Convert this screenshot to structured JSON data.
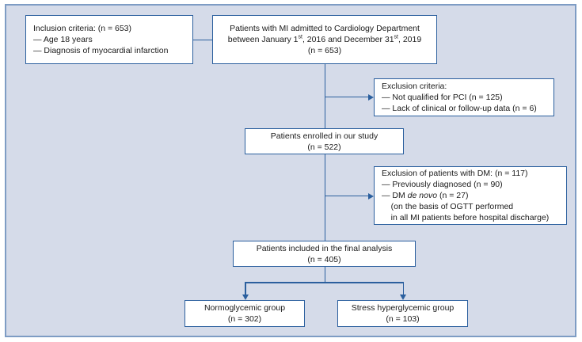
{
  "figure": {
    "type": "flowchart",
    "subject": "Patient enrollment flow diagram for myocardial infarction study",
    "panel_background": "#d5dbe9",
    "box_border_color": "#2b5f9e",
    "connector_color": "#2b5f9e",
    "box_fill": "#ffffff"
  },
  "nodes": {
    "inclusion_criteria": {
      "line1": "Inclusion criteria: (n = 653)",
      "line2": "— Age 18 years",
      "line3": "— Diagnosis of myocardial infarction"
    },
    "admitted_patients": {
      "line1": "Patients with MI admitted to Cardiology Department",
      "line2_pre": "between January 1",
      "line2_sup1": "st",
      "line2_mid": ", 2016 and December 31",
      "line2_sup2": "st",
      "line2_post": ", 2019",
      "line3": "(n = 653)"
    },
    "exclusion_criteria_1": {
      "line1": "Exclusion criteria:",
      "line2": "— Not qualified for PCI (n = 125)",
      "line3": "— Lack of clinical or follow-up data (n = 6)"
    },
    "enrolled": {
      "line1": "Patients enrolled in our study",
      "line2": "(n = 522)"
    },
    "exclusion_dm": {
      "line1": "Exclusion of patients with DM: (n = 117)",
      "line2": "— Previously diagnosed (n = 90)",
      "line3_pre": "— DM ",
      "line3_italic": "de novo",
      "line3_post": " (n = 27)",
      "line4": "    (on the basis of OGTT performed",
      "line5": "    in all MI patients before hospital discharge)"
    },
    "final_analysis": {
      "line1": "Patients included in the final analysis",
      "line2": "(n = 405)"
    },
    "normoglycemic_group": {
      "line1": "Normoglycemic group",
      "line2": "(n = 302)"
    },
    "stress_hyperglycemic_group": {
      "line1": "Stress hyperglycemic group",
      "line2": "(n = 103)"
    }
  },
  "counts": {
    "admitted_total": 653,
    "inclusion_total": 653,
    "excluded_not_qualified_pci": 125,
    "excluded_lack_of_data": 6,
    "enrolled": 522,
    "excluded_dm_total": 117,
    "excluded_dm_previously_diagnosed": 90,
    "excluded_dm_de_novo": 27,
    "final_analysis": 405,
    "normoglycemic": 302,
    "stress_hyperglycemic": 103
  }
}
